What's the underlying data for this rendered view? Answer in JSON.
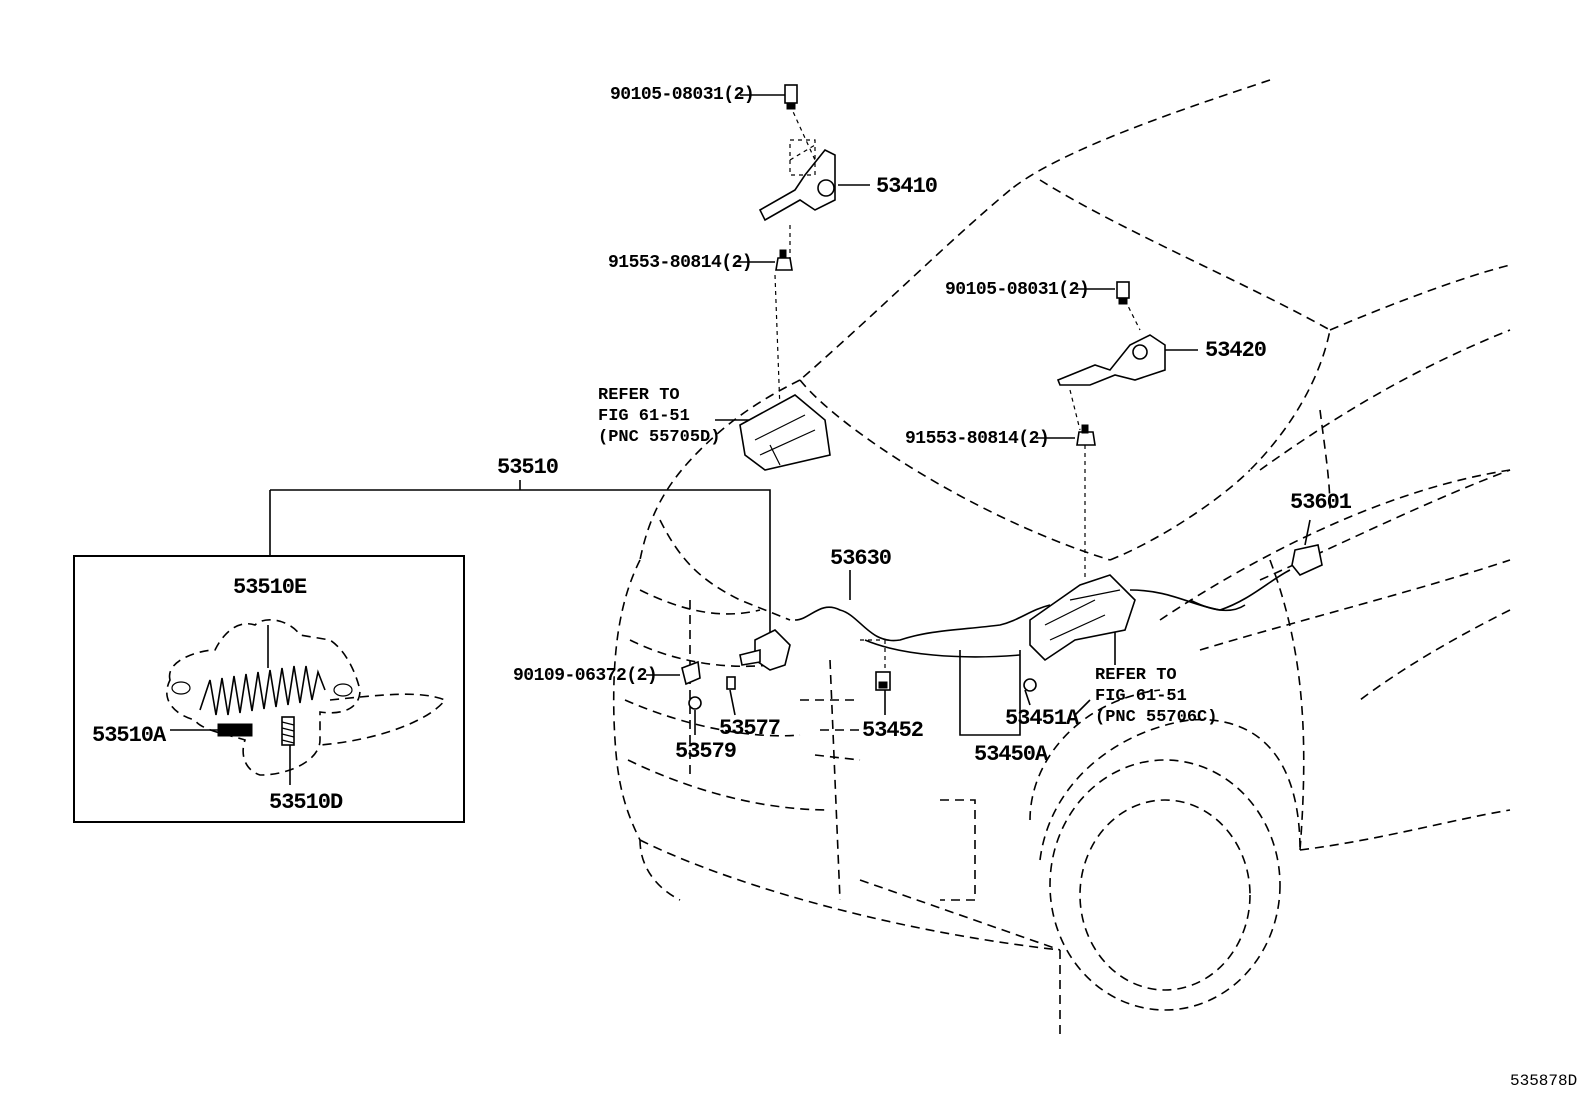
{
  "diagram": {
    "figure_number": "535878D",
    "labels": {
      "p53410": "53410",
      "p53420": "53420",
      "p53510": "53510",
      "p53510E": "53510E",
      "p53510A": "53510A",
      "p53510D": "53510D",
      "p53630": "53630",
      "p53601": "53601",
      "p53452": "53452",
      "p53451A": "53451A",
      "p53450A": "53450A",
      "p53577": "53577",
      "p53579": "53579",
      "bolt_top": "90105-08031(2)",
      "bolt_right": "90105-08031(2)",
      "nut_top": "91553-80814(2)",
      "nut_right": "91553-80814(2)",
      "bolt_latch": "90109-06372(2)"
    },
    "refer_left": [
      "REFER TO",
      "FIG 61-51",
      "(PNC 55705D)"
    ],
    "refer_right": [
      "REFER TO",
      "FIG 61-51",
      "(PNC 55706C)"
    ]
  }
}
